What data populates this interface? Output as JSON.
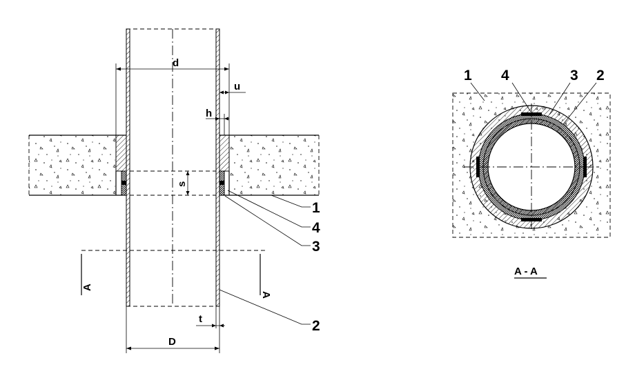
{
  "labels": {
    "d": "d",
    "u": "u",
    "h": "h",
    "s": "s",
    "t": "t",
    "D": "D",
    "section_mark": "A",
    "section_title": "A - A",
    "callout_1": "1",
    "callout_2": "2",
    "callout_3": "3",
    "callout_4": "4"
  },
  "colors": {
    "line": "#000000",
    "background": "#ffffff"
  }
}
